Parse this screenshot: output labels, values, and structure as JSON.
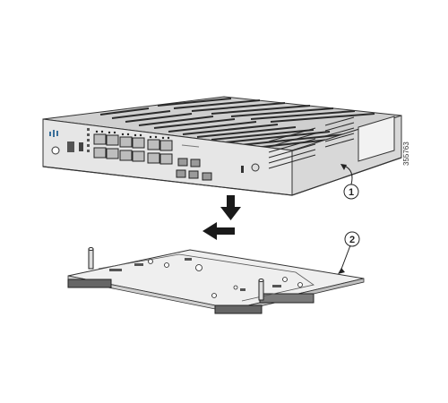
{
  "figure": {
    "callouts": [
      {
        "label": "1",
        "part": "switch"
      },
      {
        "label": "2",
        "part": "mounting-plate"
      }
    ],
    "figure_number": "355763"
  },
  "colors": {
    "line": "#333333",
    "chassis_top": "#c9c9c9",
    "chassis_front": "#e4e4e4",
    "vent": "#2b2b2b",
    "plate": "#eeeeee",
    "arrow": "#1a1a1a",
    "logo": "#3a6f9a"
  },
  "icons": [
    "cisco-logo-icon",
    "down-arrow-icon",
    "left-arrow-icon"
  ]
}
